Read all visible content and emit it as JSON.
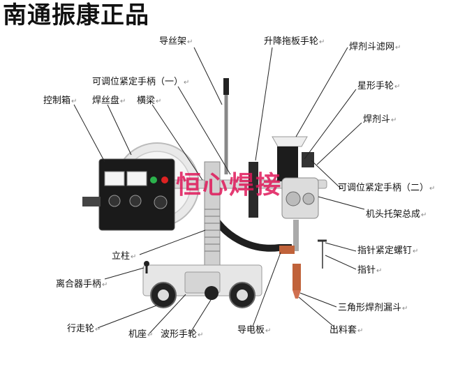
{
  "title": "南通振康正品",
  "watermark": "恒心焊接",
  "label_mark": "↵",
  "labels": {
    "wire_rack": "导丝架",
    "lift_handwheel": "升降拖板手轮",
    "flux_filter": "焊剂斗滤网",
    "clamp_handle_1": "可调位紧定手柄（一）",
    "star_handwheel": "星形手轮",
    "control_box": "控制箱",
    "wire_reel": "焊丝盘",
    "crossbeam": "横梁",
    "flux_hopper": "焊剂斗",
    "clamp_handle_2": "可调位紧定手柄（二）",
    "head_bracket": "机头托架总成",
    "column": "立柱",
    "pointer_screw": "指针紧定螺钉",
    "pointer": "指针",
    "clutch_handle": "离合器手柄",
    "triangle_funnel": "三角形焊剂漏斗",
    "travel_wheel": "行走轮",
    "base": "机座",
    "wave_handwheel": "波形手轮",
    "conductive_plate": "导电板",
    "outlet_sleeve": "出料套"
  },
  "colors": {
    "panel": "#1a1a1a",
    "frame": "#e6e6e6",
    "hose": "#1f1f1f",
    "copper": "#c0623a",
    "watermark": "#e0185a"
  }
}
